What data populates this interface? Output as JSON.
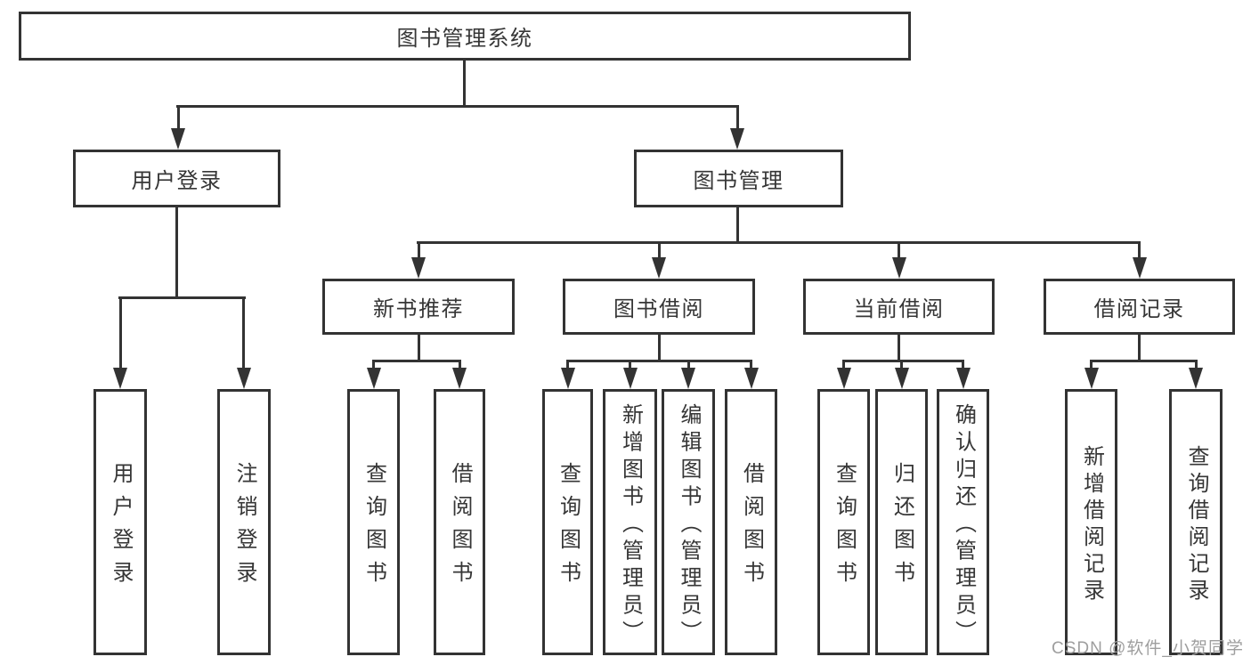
{
  "diagram": {
    "root": {
      "label": "图书管理系统"
    },
    "branches": [
      {
        "label": "用户登录"
      },
      {
        "label": "图书管理"
      }
    ],
    "modules": [
      {
        "label": "新书推荐"
      },
      {
        "label": "图书借阅"
      },
      {
        "label": "当前借阅"
      },
      {
        "label": "借阅记录"
      }
    ],
    "leaves": [
      {
        "label": "用户登录"
      },
      {
        "label": "注销登录"
      },
      {
        "label": "查询图书"
      },
      {
        "label": "借阅图书"
      },
      {
        "label": "查询图书"
      },
      {
        "label": "新增图书（管理员）"
      },
      {
        "label": "编辑图书（管理员）"
      },
      {
        "label": "借阅图书"
      },
      {
        "label": "查询图书"
      },
      {
        "label": "归还图书"
      },
      {
        "label": "确认归还（管理员）"
      },
      {
        "label": "新增借阅记录"
      },
      {
        "label": "查询借阅记录"
      }
    ]
  },
  "watermark": {
    "text": "CSDN @软件_小贺同学"
  },
  "colors": {
    "line": "#333333",
    "text": "#363636",
    "box_bg": "#ffffff",
    "page_bg": "#ffffff",
    "watermark": "#9e9e9e"
  }
}
